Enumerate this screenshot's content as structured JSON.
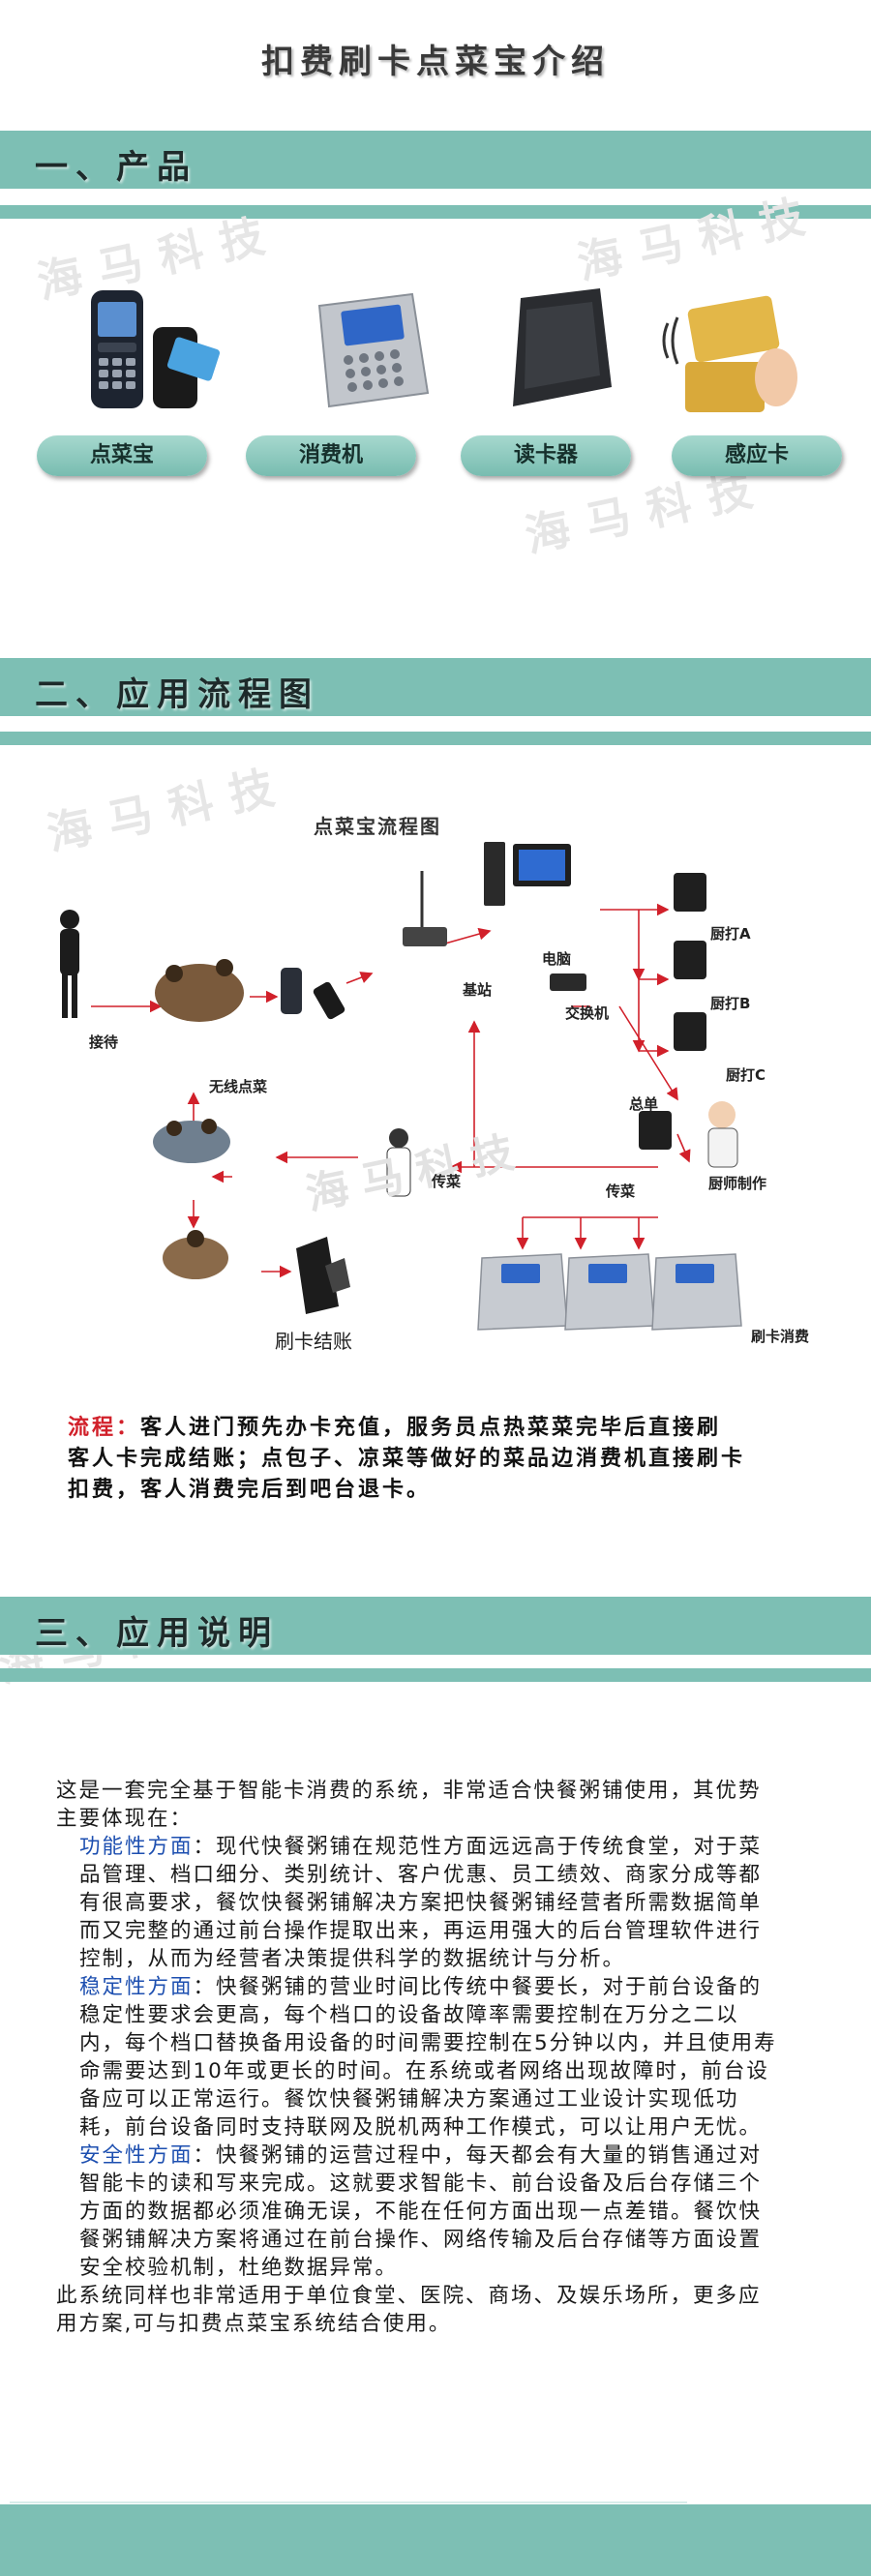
{
  "page": {
    "title": "扣费刷卡点菜宝介绍"
  },
  "watermark_text": "海马科技",
  "sections": {
    "products": {
      "heading": "一、产品"
    },
    "flow": {
      "heading": "二、应用流程图"
    },
    "description": {
      "heading": "三、应用说明"
    }
  },
  "products": [
    {
      "label": "点菜宝",
      "icon": "phone-icon"
    },
    {
      "label": "消费机",
      "icon": "pos-terminal-icon"
    },
    {
      "label": "读卡器",
      "icon": "card-reader-icon"
    },
    {
      "label": "感应卡",
      "icon": "rfid-card-icon"
    }
  ],
  "flowchart": {
    "title": "点菜宝流程图",
    "labels": {
      "reception": "接待",
      "wireless_order": "无线点菜",
      "base_station": "基站",
      "computer": "电脑",
      "switch": "交换机",
      "printer_a": "厨打A",
      "printer_b": "厨打B",
      "printer_c": "厨打C",
      "summary": "总单",
      "pass_dish_1": "传菜",
      "pass_dish_2": "传菜",
      "chef": "厨师制作",
      "card_checkout": "刷卡结账",
      "card_consume": "刷卡消费"
    }
  },
  "flow_text": {
    "prefix": "流程：",
    "body": "客人进门预先办卡充值，服务员点热菜菜完毕后直接刷客人卡完成结账；点包子、凉菜等做好的菜品边消费机直接刷卡扣费，客人消费完后到吧台退卡。"
  },
  "description": {
    "intro": "这是一套完全基于智能卡消费的系统，非常适合快餐粥铺使用，其优势主要体现在：",
    "points": [
      {
        "title": "功能性方面",
        "text": "：现代快餐粥铺在规范性方面远远高于传统食堂，对于菜品管理、档口细分、类别统计、客户优惠、员工绩效、商家分成等都有很高要求，餐饮快餐粥铺解决方案把快餐粥铺经营者所需数据简单而又完整的通过前台操作提取出来，再运用强大的后台管理软件进行控制，从而为经营者决策提供科学的数据统计与分析。"
      },
      {
        "title": "稳定性方面",
        "text": "：快餐粥铺的营业时间比传统中餐要长，对于前台设备的稳定性要求会更高，每个档口的设备故障率需要控制在万分之二以内，每个档口替换备用设备的时间需要控制在5分钟以内，并且使用寿命需要达到10年或更长的时间。在系统或者网络出现故障时，前台设备应可以正常运行。餐饮快餐粥铺解决方案通过工业设计实现低功耗，前台设备同时支持联网及脱机两种工作模式，可以让用户无忧。"
      },
      {
        "title": "安全性方面",
        "text": "：快餐粥铺的运营过程中，每天都会有大量的销售通过对智能卡的读和写来完成。这就要求智能卡、前台设备及后台存储三个方面的数据都必须准确无误，不能在任何方面出现一点差错。餐饮快餐粥铺解决方案将通过在前台操作、网络传输及后台存储等方面设置安全校验机制，杜绝数据异常。"
      }
    ],
    "closing": "此系统同样也非常适用于单位食堂、医院、商场、及娱乐场所，更多应用方案,可与扣费点菜宝系统结合使用。"
  },
  "colors": {
    "band": "#7dbfb4",
    "flow_label": "#d1202a",
    "highlight": "#1d4fb0"
  }
}
